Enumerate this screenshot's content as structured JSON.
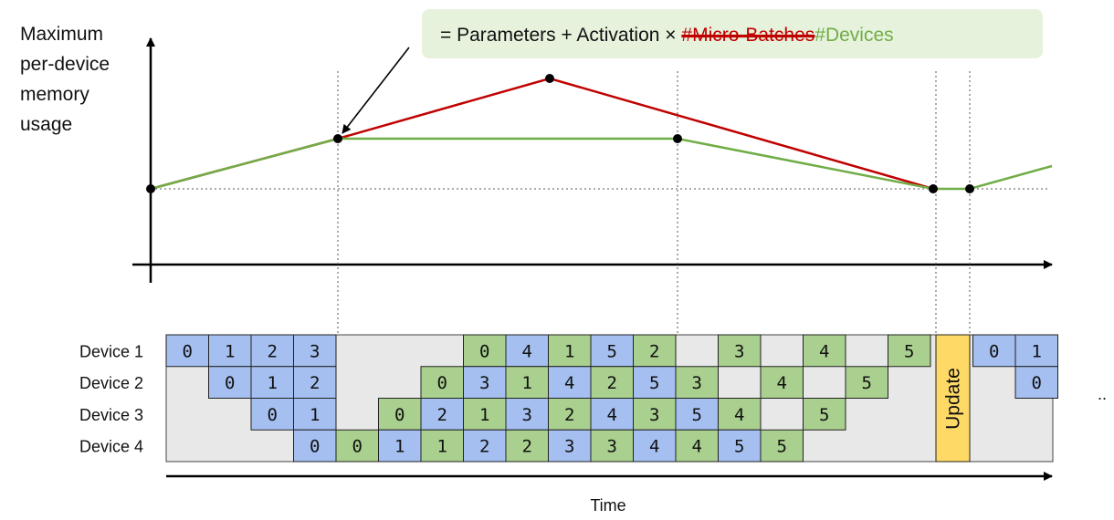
{
  "y_axis_label": [
    "Maximum",
    "per-device",
    "memory",
    "usage"
  ],
  "formula": {
    "part1": "= Parameters + Activation × ",
    "struck": "#Micro-Batches",
    "part2": "#Devices"
  },
  "x_axis_label": "Time",
  "update_label": "Update",
  "ellipsis": "..",
  "colors": {
    "forward": "#a4bff0",
    "backward": "#a9d08e",
    "update": "#ffd966",
    "track": "#e8e8e8",
    "red_line": "#c00000",
    "green_line": "#70ad47",
    "formula_box": "#e6f2dc"
  },
  "devices": [
    {
      "label": "Device 1",
      "cells": [
        {
          "t": 0,
          "k": "f",
          "v": "0"
        },
        {
          "t": 1,
          "k": "f",
          "v": "1"
        },
        {
          "t": 2,
          "k": "f",
          "v": "2"
        },
        {
          "t": 3,
          "k": "f",
          "v": "3"
        },
        {
          "t": 7,
          "k": "b",
          "v": "0"
        },
        {
          "t": 8,
          "k": "f",
          "v": "4"
        },
        {
          "t": 9,
          "k": "b",
          "v": "1"
        },
        {
          "t": 10,
          "k": "f",
          "v": "5"
        },
        {
          "t": 11,
          "k": "b",
          "v": "2"
        },
        {
          "t": 13,
          "k": "b",
          "v": "3"
        },
        {
          "t": 15,
          "k": "b",
          "v": "4"
        },
        {
          "t": 17,
          "k": "b",
          "v": "5"
        },
        {
          "t": 19,
          "k": "f",
          "v": "0"
        },
        {
          "t": 20,
          "k": "f",
          "v": "1"
        }
      ]
    },
    {
      "label": "Device 2",
      "cells": [
        {
          "t": 1,
          "k": "f",
          "v": "0"
        },
        {
          "t": 2,
          "k": "f",
          "v": "1"
        },
        {
          "t": 3,
          "k": "f",
          "v": "2"
        },
        {
          "t": 6,
          "k": "b",
          "v": "0"
        },
        {
          "t": 7,
          "k": "f",
          "v": "3"
        },
        {
          "t": 8,
          "k": "b",
          "v": "1"
        },
        {
          "t": 9,
          "k": "f",
          "v": "4"
        },
        {
          "t": 10,
          "k": "b",
          "v": "2"
        },
        {
          "t": 11,
          "k": "f",
          "v": "5"
        },
        {
          "t": 12,
          "k": "b",
          "v": "3"
        },
        {
          "t": 14,
          "k": "b",
          "v": "4"
        },
        {
          "t": 16,
          "k": "b",
          "v": "5"
        },
        {
          "t": 20,
          "k": "f",
          "v": "0"
        }
      ]
    },
    {
      "label": "Device 3",
      "cells": [
        {
          "t": 2,
          "k": "f",
          "v": "0"
        },
        {
          "t": 3,
          "k": "f",
          "v": "1"
        },
        {
          "t": 5,
          "k": "b",
          "v": "0"
        },
        {
          "t": 6,
          "k": "f",
          "v": "2"
        },
        {
          "t": 7,
          "k": "b",
          "v": "1"
        },
        {
          "t": 8,
          "k": "f",
          "v": "3"
        },
        {
          "t": 9,
          "k": "b",
          "v": "2"
        },
        {
          "t": 10,
          "k": "f",
          "v": "4"
        },
        {
          "t": 11,
          "k": "b",
          "v": "3"
        },
        {
          "t": 12,
          "k": "f",
          "v": "5"
        },
        {
          "t": 13,
          "k": "b",
          "v": "4"
        },
        {
          "t": 15,
          "k": "b",
          "v": "5"
        }
      ]
    },
    {
      "label": "Device 4",
      "cells": [
        {
          "t": 3,
          "k": "f",
          "v": "0"
        },
        {
          "t": 4,
          "k": "b",
          "v": "0"
        },
        {
          "t": 5,
          "k": "f",
          "v": "1"
        },
        {
          "t": 6,
          "k": "b",
          "v": "1"
        },
        {
          "t": 7,
          "k": "f",
          "v": "2"
        },
        {
          "t": 8,
          "k": "b",
          "v": "2"
        },
        {
          "t": 9,
          "k": "f",
          "v": "3"
        },
        {
          "t": 10,
          "k": "b",
          "v": "3"
        },
        {
          "t": 11,
          "k": "f",
          "v": "4"
        },
        {
          "t": 12,
          "k": "b",
          "v": "4"
        },
        {
          "t": 13,
          "k": "f",
          "v": "5"
        },
        {
          "t": 14,
          "k": "b",
          "v": "5"
        }
      ]
    }
  ]
}
